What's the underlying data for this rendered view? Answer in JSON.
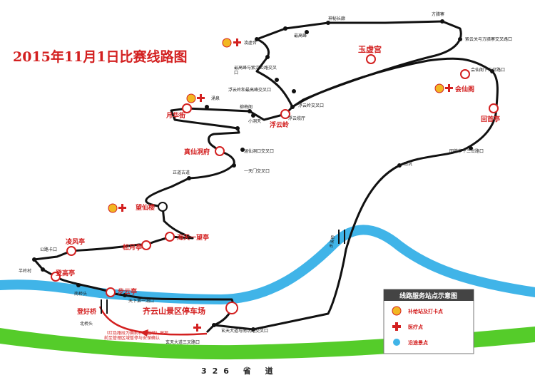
{
  "title": "2015年11月1日比赛线路图",
  "road": "326 省 道",
  "red_labels": {
    "yuxu": "玉虚宫",
    "huixian": "会仙阁",
    "huishou": "回首亭",
    "fuyun": "浮云岭",
    "yuehua": "月华街",
    "zhenxian": "真仙洞府",
    "wangxian": "望仙楼",
    "haitian": "海天一望亭",
    "songyue": "松月亭",
    "lingfeng": "凌风亭",
    "denggao": "登高亭",
    "buyun": "步云亭",
    "denghao": "登好桥",
    "parking": "齐云山景区停车场"
  },
  "black_labels": {
    "lingxutai": "凌虚台",
    "shenmi": "神秘长廊",
    "fangla": "方腊寨",
    "zuigao": "最高峰",
    "ziyun_fangla": "紫云关与方腊寨交叉路口",
    "zuigao_cross": "最高峰与紫沉公路交叉口",
    "fuyun_zuigao": "浮云岭和最高峰交叉口",
    "fuyun_cross": "浮云岭交叉口",
    "huixian_sancha": "会仙阁下三岔路口",
    "huishou_cross": "回首亭下三岔路口",
    "nankeng": "南坑",
    "yongquan": "涌泉",
    "liumeige": "柳梅阁",
    "xiaodongtian": "小洞天",
    "fuyunting": "浮云缆厅",
    "zhenxian_cross": "涵仙洞口交叉口",
    "zhengdao": "正道古道",
    "yitianmen": "一天门交叉口",
    "gongqiao": "公路卡口",
    "banjie": "半岭村",
    "nanqiaotou": "南桥头",
    "tianxia": "天下第一洞口",
    "beiqiaotou": "北桥头",
    "xuantian_nankeng": "玄天大道与南坑路交叉口",
    "xuantian_sanchakou": "玄天大道三叉路口",
    "bureau": "步溪桥"
  },
  "route_note": "（红色路段为赛前补给区域）需提前至管理区域暂停与安保确认",
  "legend": {
    "title": "线路服务站点示意图",
    "items": [
      "补给站及打卡点",
      "医疗点",
      "沿途景点"
    ]
  },
  "colors": {
    "route": "#111111",
    "red": "#d32020",
    "river": "#40b4e8",
    "road": "#55cc2a",
    "gold": "#f2b722"
  }
}
